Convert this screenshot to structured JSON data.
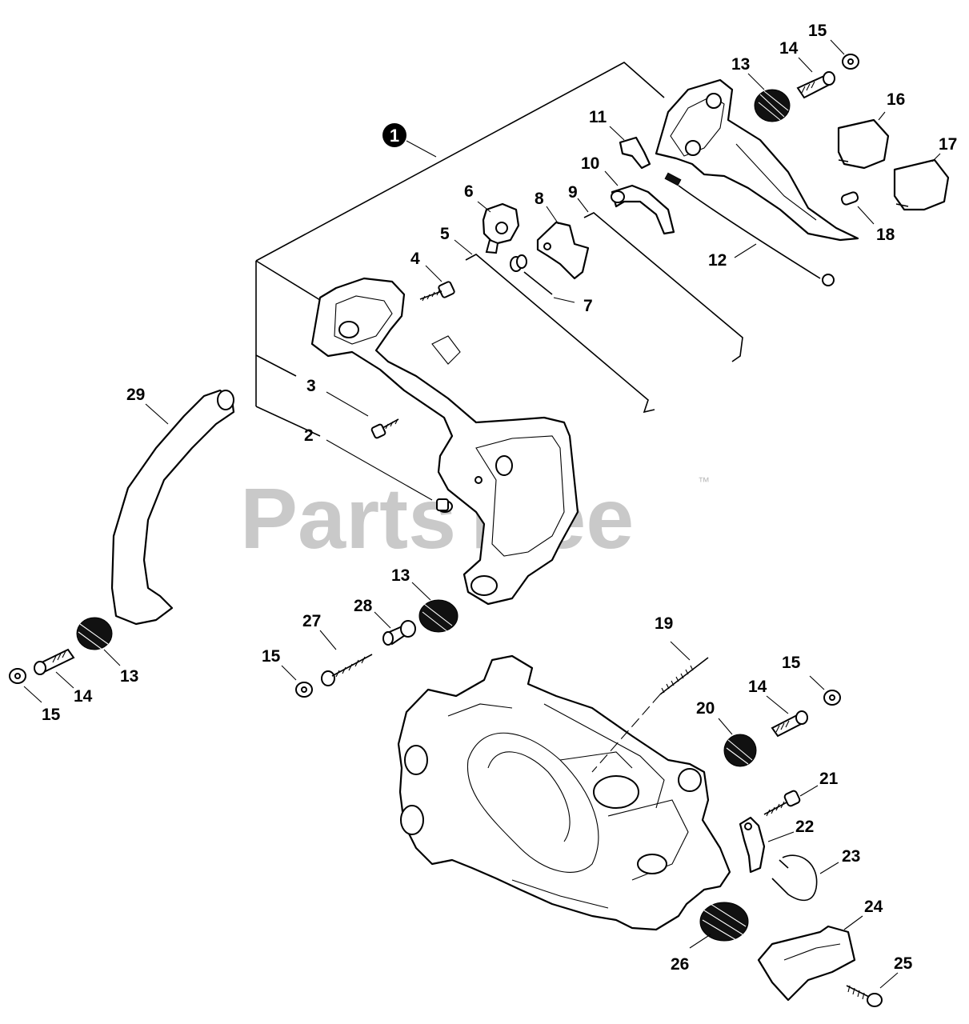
{
  "watermark": {
    "text": "PartsTree",
    "trademark": "™"
  },
  "assembly_badge": "1",
  "labels": {
    "l2": "2",
    "l3": "3",
    "l4": "4",
    "l5": "5",
    "l6": "6",
    "l7": "7",
    "l8": "8",
    "l9": "9",
    "l10": "10",
    "l11": "11",
    "l12": "12",
    "l13a": "13",
    "l13b": "13",
    "l13c": "13",
    "l14a": "14",
    "l14b": "14",
    "l14c": "14",
    "l15a": "15",
    "l15b": "15",
    "l15c": "15",
    "l15d": "15",
    "l16": "16",
    "l17": "17",
    "l18": "18",
    "l19": "19",
    "l20": "20",
    "l21": "21",
    "l22": "22",
    "l23": "23",
    "l24": "24",
    "l25": "25",
    "l26": "26",
    "l27": "27",
    "l28": "28",
    "l29": "29"
  }
}
